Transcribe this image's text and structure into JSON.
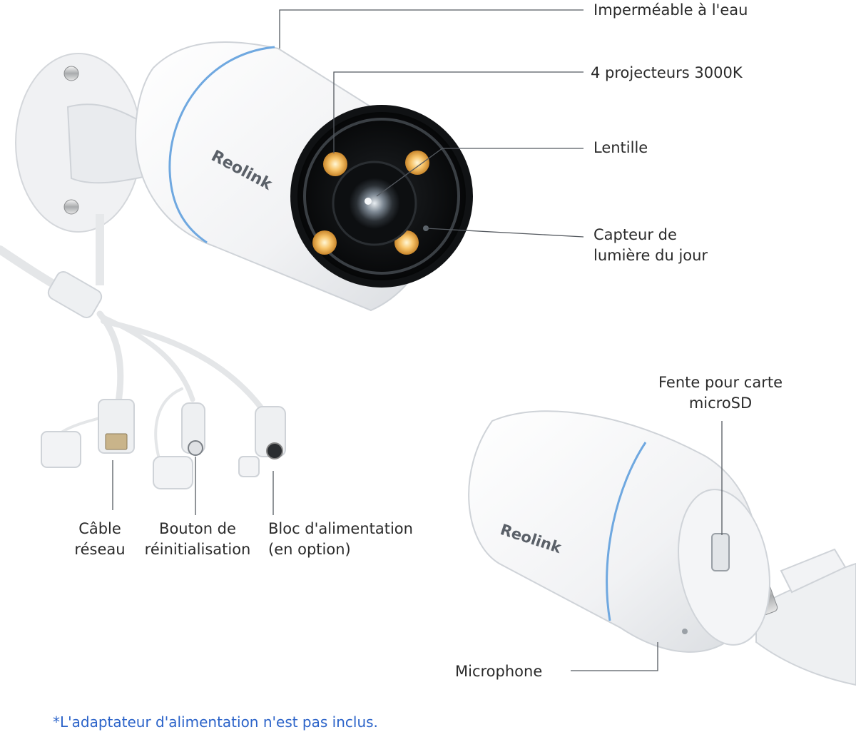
{
  "brand": "Reolink",
  "accent_color": "#2b63c9",
  "callouts": {
    "waterproof": "Imperméable à l'eau",
    "spotlights": "4 projecteurs 3000K",
    "lens": "Lentille",
    "daylight_sensor": [
      "Capteur de",
      "lumière du jour"
    ],
    "network_cable": [
      "Câble",
      "réseau"
    ],
    "reset_button": [
      "Bouton de",
      "réinitialisation"
    ],
    "power_block": [
      "Bloc d'alimentation",
      "(en option)"
    ],
    "microsd_slot": [
      "Fente pour carte",
      "microSD"
    ],
    "microphone": "Microphone"
  },
  "footnote": "*L'adaptateur d'alimentation n'est pas inclus."
}
